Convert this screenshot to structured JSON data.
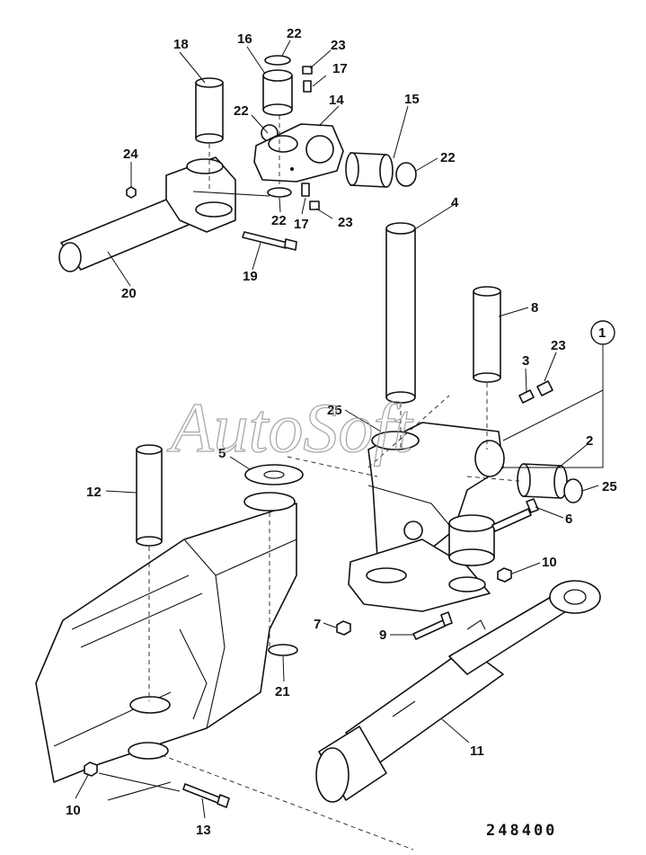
{
  "watermark": "AutoSoft",
  "drawing_number": "248400",
  "callouts": {
    "c18": "18",
    "c16": "16",
    "c22a": "22",
    "c23a": "23",
    "c17a": "17",
    "c14": "14",
    "c22b": "22",
    "c15": "15",
    "c22c": "22",
    "c24": "24",
    "c22d": "22",
    "c17b": "17",
    "c23b": "23",
    "c4": "4",
    "c19": "19",
    "c20": "20",
    "c8": "8",
    "c1": "1",
    "c3": "3",
    "c23c": "23",
    "c25a": "25",
    "c2": "2",
    "c25b": "25",
    "c5": "5",
    "c12": "12",
    "c6": "6",
    "c10a": "10",
    "c7": "7",
    "c9": "9",
    "c21": "21",
    "c11": "11",
    "c10b": "10",
    "c13": "13"
  }
}
